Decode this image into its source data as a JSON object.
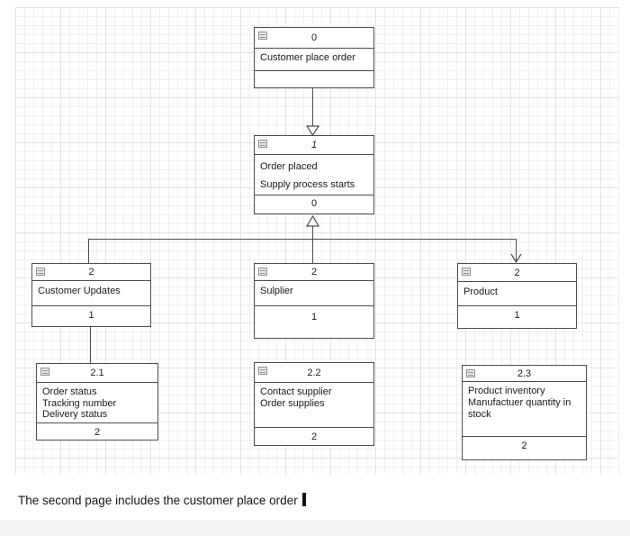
{
  "colors": {
    "border": "#4d4d4d",
    "text": "#1a1a1a",
    "gridMinor": "#f1efef",
    "gridMajor": "#e5e2e2",
    "nodeFill": "#ffffff",
    "iconFill": "#e8e8e8",
    "iconBorder": "#8f8f8f",
    "caret": "#111111",
    "bottomBand": "#f3f1f1"
  },
  "icons": {
    "collapse": "collapse-icon"
  },
  "diagram": {
    "nodes": [
      {
        "header": "0",
        "body": "Customer place order",
        "footer": ""
      },
      {
        "header": "1",
        "body": "Order placed\nSupply process starts",
        "footer": "0"
      },
      {
        "header": "2",
        "body": "Customer Updates",
        "footer": "1"
      },
      {
        "header": "2",
        "body": "Sulplier",
        "footer": "1"
      },
      {
        "header": "2",
        "body": "Product",
        "footer": "1"
      },
      {
        "header": "2.1",
        "body": "Order status\nTracking number\nDelivery status",
        "footer": "2"
      },
      {
        "header": "2.2",
        "body": "Contact supplier\nOrder supplies",
        "footer": "2"
      },
      {
        "header": "2.3",
        "body": "Product inventory\nManufactuer quantity in stock",
        "footer": "2"
      }
    ]
  },
  "caption": {
    "text": "The second page includes the customer place order"
  }
}
